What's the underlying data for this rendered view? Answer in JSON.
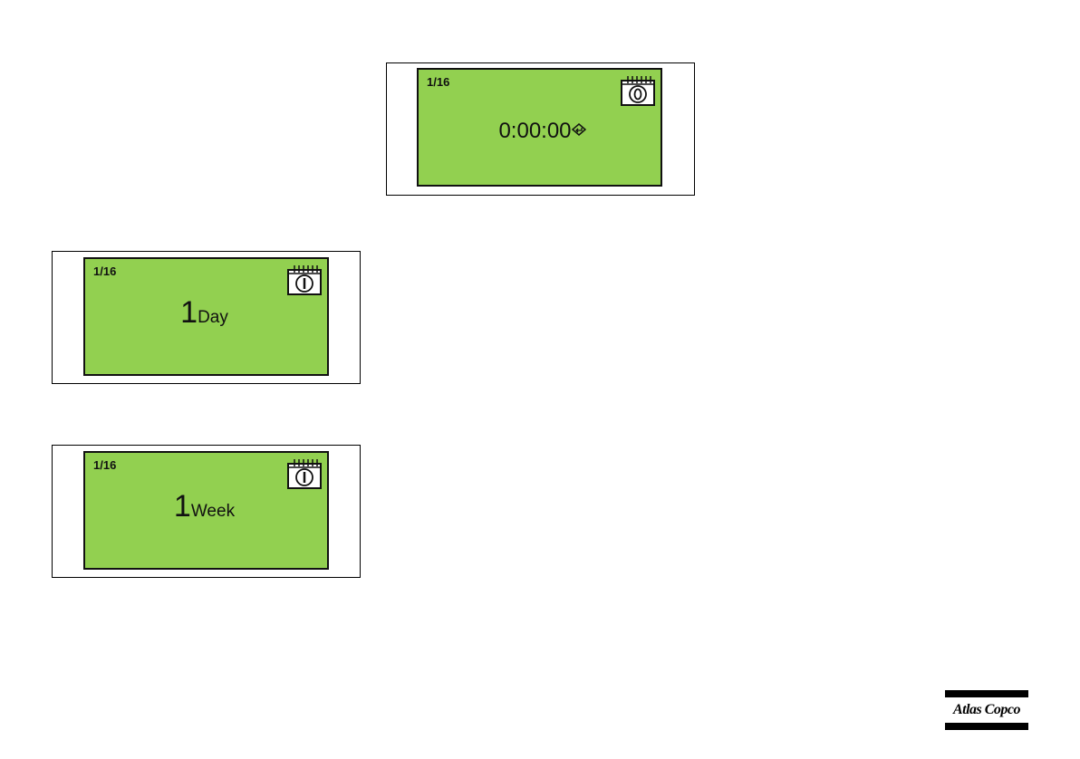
{
  "panels": [
    {
      "index": "1/16",
      "icon": "calendar-reset-icon",
      "time_value": "0:00:00",
      "enter_icon": "enter-arrow-icon"
    },
    {
      "index": "1/16",
      "icon": "calendar-on-icon",
      "number": "1",
      "unit": "Day"
    },
    {
      "index": "1/16",
      "icon": "calendar-on-icon",
      "number": "1",
      "unit": "Week"
    }
  ],
  "logo": {
    "text": "Atlas Copco"
  },
  "colors": {
    "screen_green": "#92d050",
    "border": "#111111"
  }
}
